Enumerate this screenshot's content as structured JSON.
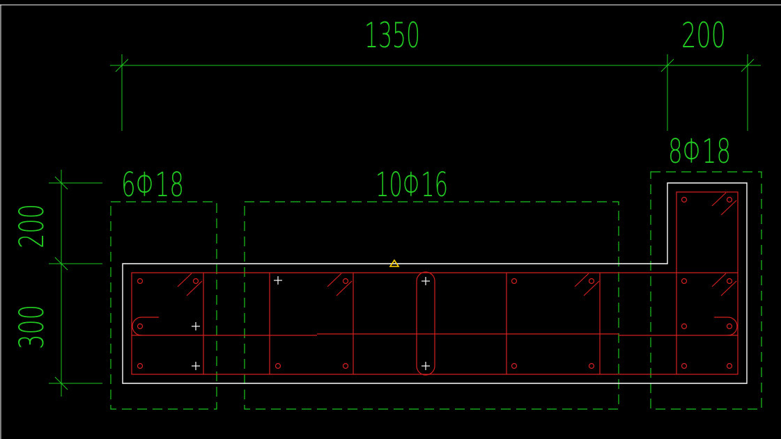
{
  "colors": {
    "background": "#000000",
    "dimension": "#1ec81e",
    "outline": "#ffffff",
    "rebar": "#d42020",
    "marker": "#ffd200",
    "cross": "#ffffff"
  },
  "dimensions": {
    "top_main": "1350",
    "top_right": "200",
    "left_upper": "200",
    "left_lower": "300"
  },
  "rebar_labels": {
    "left": "6Φ18",
    "middle": "10Φ16",
    "right": "8Φ18"
  },
  "icons": {
    "marker": "triangle-marker-icon",
    "cross": "crosshair-icon"
  }
}
